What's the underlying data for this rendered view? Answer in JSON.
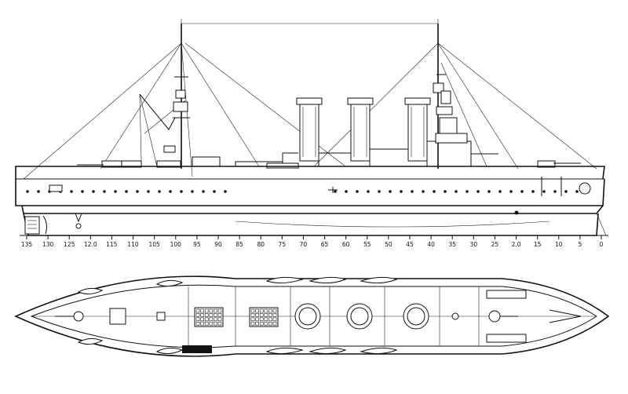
{
  "frame_scale": {
    "labels": [
      "135",
      "130",
      "125",
      "12.0",
      "115",
      "110",
      "105",
      "100",
      "95",
      "90",
      "85",
      "80",
      "75",
      "70",
      "65",
      "60",
      "55",
      "50",
      "45",
      "40",
      "35",
      "30",
      "25",
      "2.0",
      "15",
      "10",
      "5",
      "0"
    ]
  }
}
